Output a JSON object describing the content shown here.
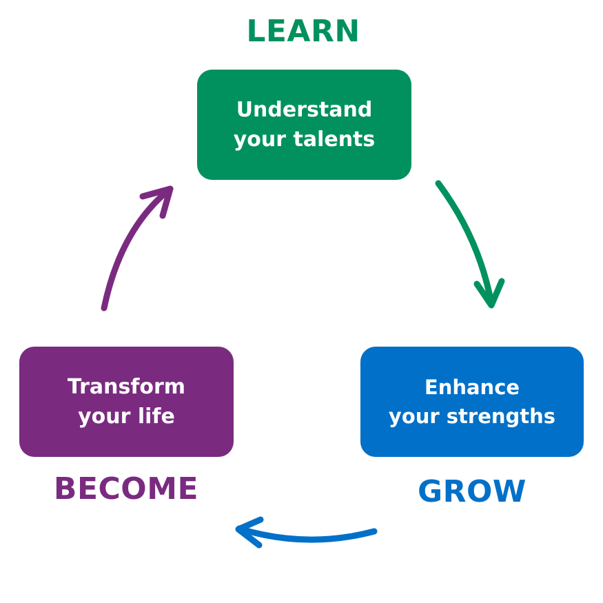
{
  "diagram": {
    "colors": {
      "learn": "#00915E",
      "grow": "#0070C8",
      "become": "#7A2B80"
    },
    "stages": {
      "learn": {
        "title": "LEARN",
        "line1": "Understand",
        "line2": "your talents"
      },
      "grow": {
        "title": "GROW",
        "line1": "Enhance",
        "line2": "your strengths"
      },
      "become": {
        "title": "BECOME",
        "line1": "Transform",
        "line2": "your life"
      }
    }
  }
}
